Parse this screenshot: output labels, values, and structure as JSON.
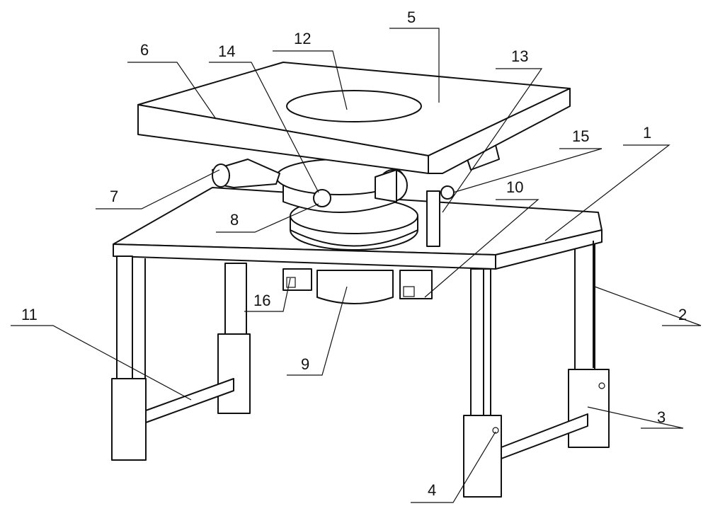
{
  "figure": {
    "labels": {
      "l1": "1",
      "l2": "2",
      "l3": "3",
      "l4": "4",
      "l5": "5",
      "l6": "6",
      "l7": "7",
      "l8": "8",
      "l9": "9",
      "l10": "10",
      "l11": "11",
      "l12": "12",
      "l13": "13",
      "l14": "14",
      "l15": "15",
      "l16": "16"
    }
  }
}
